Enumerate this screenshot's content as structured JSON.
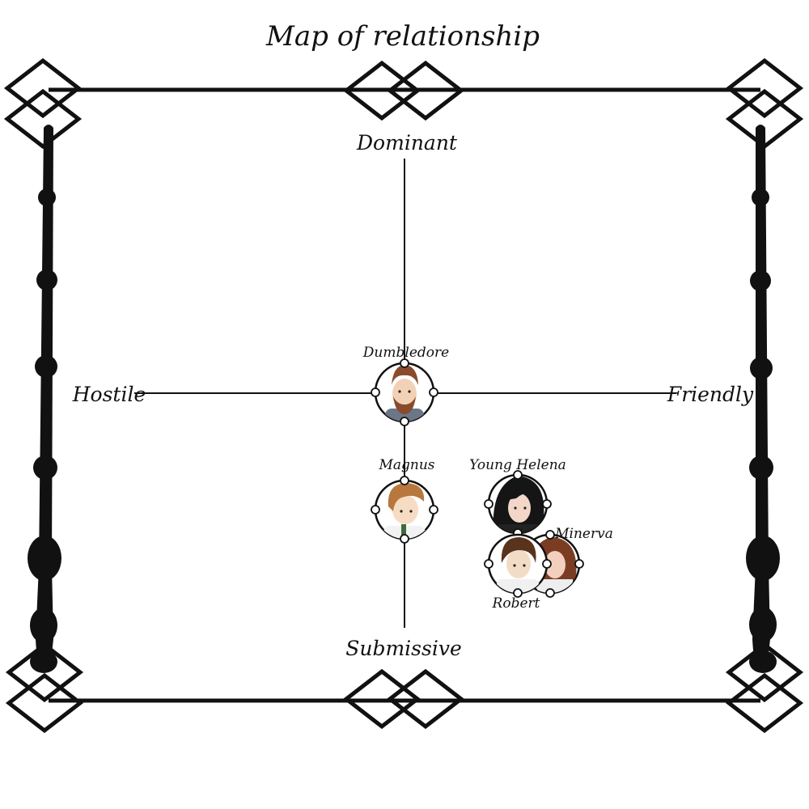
{
  "title": "Map of relationship",
  "axes": {
    "top": "Dominant",
    "bottom": "Submissive",
    "left": "Hostile",
    "right": "Friendly"
  },
  "characters": [
    {
      "name": "Dumbledore",
      "hair": "#8a4a2c",
      "skin": "#f2d2b6",
      "shirt": "#6b7788"
    },
    {
      "name": "Magnus",
      "hair": "#b8773c",
      "skin": "#f6dcc2",
      "shirt": "#f2f2f2"
    },
    {
      "name": "Young Helena",
      "hair": "#151515",
      "skin": "#f3d6c8",
      "shirt": "#222222"
    },
    {
      "name": "Minerva",
      "hair": "#7a3d24",
      "skin": "#f2d0bd",
      "shirt": "#eeeeee"
    },
    {
      "name": "Robert",
      "hair": "#5a331d",
      "skin": "#f3dcc6",
      "shirt": "#f0f0f0"
    }
  ],
  "colors": {
    "ink": "#111111",
    "paper": "#ffffff"
  }
}
